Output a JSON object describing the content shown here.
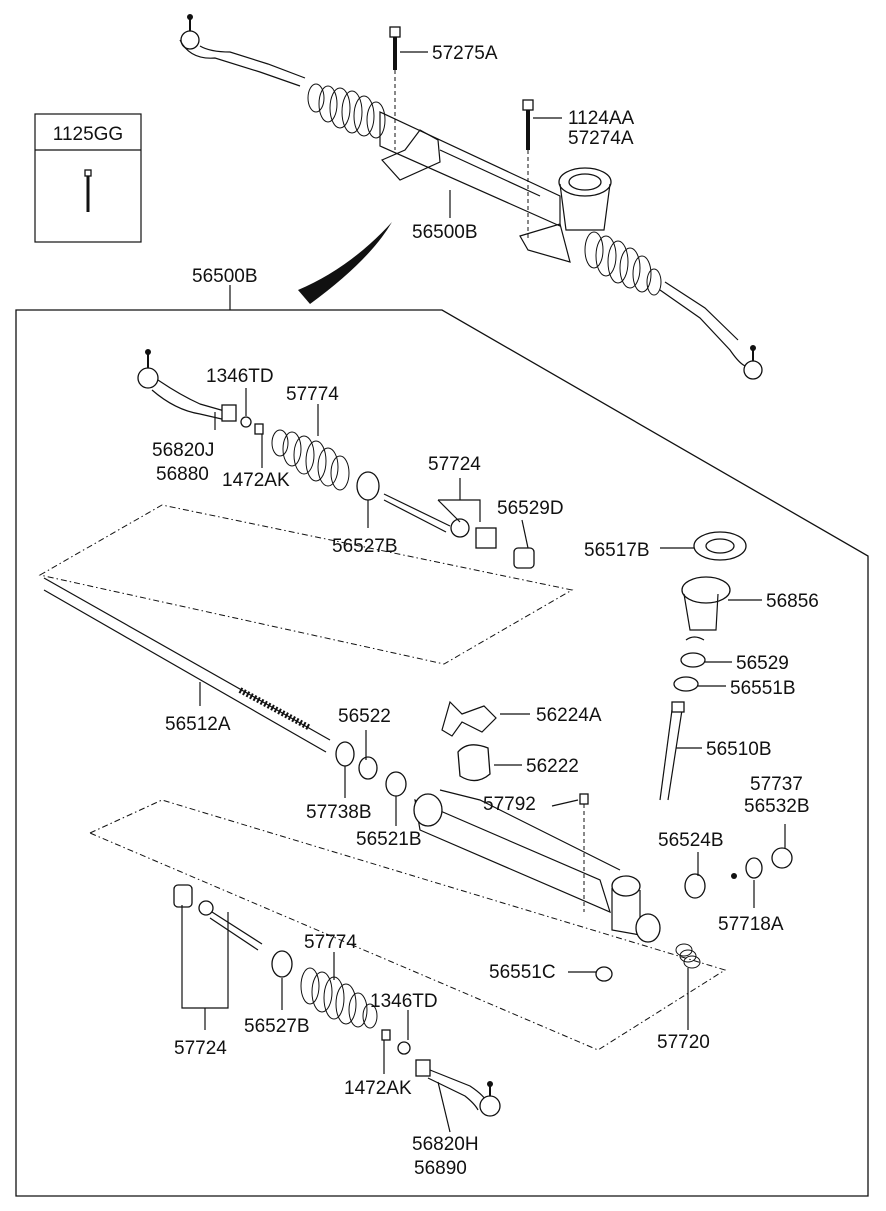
{
  "callouts": {
    "c57275A": "57275A",
    "c1124AA": "1124AA",
    "c57274A": "57274A",
    "c56500B_top": "56500B",
    "c56500B_frame": "56500B",
    "c1346TD_top": "1346TD",
    "c57774_top": "57774",
    "c56820J": "56820J",
    "c56880": "56880",
    "c1472AK_top": "1472AK",
    "c57724_top": "57724",
    "c56529D": "56529D",
    "c56527B_top": "56527B",
    "c56517B": "56517B",
    "c56856": "56856",
    "c56529": "56529",
    "c56551B": "56551B",
    "c56522": "56522",
    "c56224A": "56224A",
    "c56512A": "56512A",
    "c56222": "56222",
    "c56510B": "56510B",
    "c57738B": "57738B",
    "c57792": "57792",
    "c57737": "57737",
    "c56532B": "56532B",
    "c56521B": "56521B",
    "c56524B": "56524B",
    "c57718A": "57718A",
    "c57774_bot": "57774",
    "c56551C": "56551C",
    "c1346TD_bot": "1346TD",
    "c56527B_bot": "56527B",
    "c57720": "57720",
    "c57724_bot": "57724",
    "c1472AK_bot": "1472AK",
    "c56820H": "56820H",
    "c56890": "56890"
  },
  "legend_box": {
    "code": "1125GG"
  }
}
